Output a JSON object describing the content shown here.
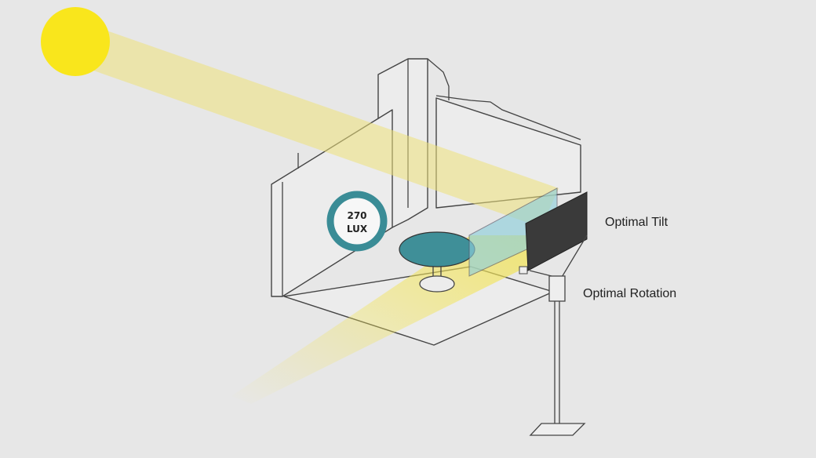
{
  "illuminance": {
    "value": "270",
    "unit": "LUX"
  },
  "labels": {
    "tilt": "Optimal Tilt",
    "rotation": "Optimal Rotation"
  },
  "colors": {
    "background": "#e7e7e7",
    "sun": "#f9e61c",
    "beam": "#efe27a",
    "accent": "#3a8c96",
    "panel": "#3a3a3a",
    "glass": "#8fd0dc"
  }
}
